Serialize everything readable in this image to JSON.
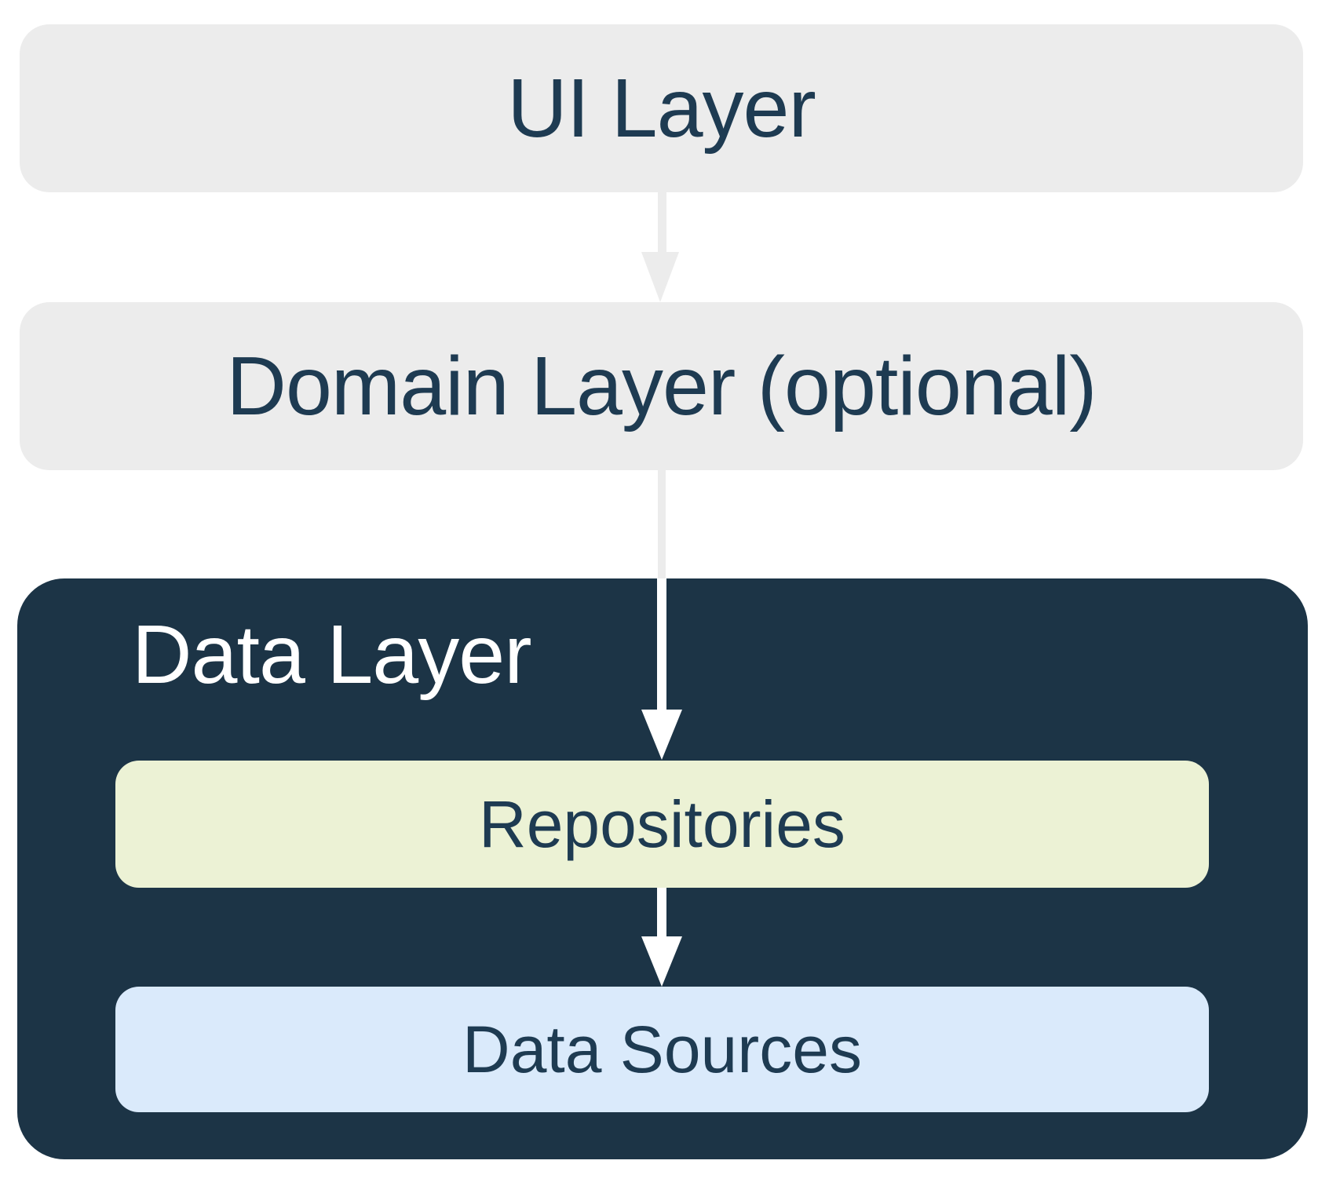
{
  "diagram": {
    "background_color": "#FFFFFF",
    "nodes": {
      "ui_layer": {
        "label": "UI Layer",
        "fill": "#ECECEC",
        "text_color": "#1E3B52"
      },
      "domain_layer": {
        "label": "Domain Layer (optional)",
        "fill": "#ECECEC",
        "text_color": "#1E3B52"
      },
      "data_layer": {
        "label": "Data Layer",
        "fill": "#1C3446",
        "text_color": "#FFFFFF"
      },
      "repositories": {
        "label": "Repositories",
        "fill": "#ECF2D5",
        "text_color": "#1E3B52"
      },
      "data_sources": {
        "label": "Data Sources",
        "fill": "#DAEAFB",
        "text_color": "#1E3B52"
      }
    },
    "edges": [
      {
        "from": "UI Layer",
        "to": "Domain Layer (optional)",
        "arrow_color": "#ECECEC"
      },
      {
        "from": "Domain Layer (optional)",
        "to": "Repositories",
        "arrow_color_outside_data_layer": "#ECECEC",
        "arrow_color_inside_data_layer": "#FFFFFF"
      },
      {
        "from": "Repositories",
        "to": "Data Sources",
        "arrow_color": "#FFFFFF"
      }
    ]
  }
}
